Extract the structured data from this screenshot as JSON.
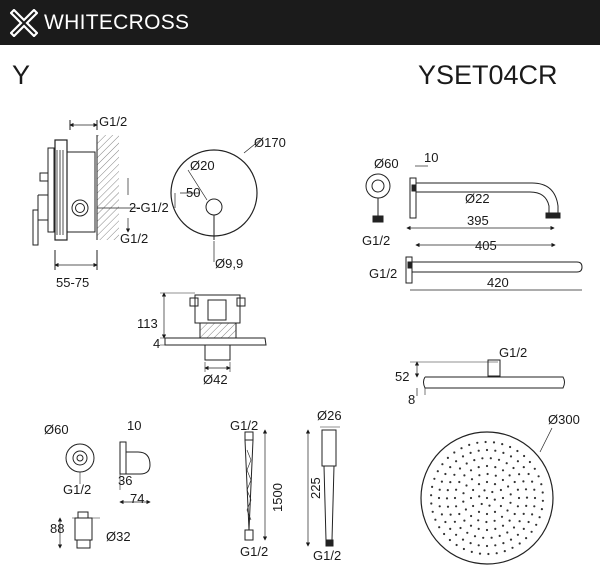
{
  "header": {
    "brand": "WHITECROSS",
    "logo_icon": "whitecross-cross-logo-icon",
    "background": "#1b1b1b"
  },
  "series_letter": "Y",
  "model_code": "YSET04CR",
  "concealed_mixer": {
    "thread": "G1/2",
    "thread_double": "2-G1/2",
    "thread_bottom": "G1/2",
    "depth_range": "55-75"
  },
  "faceplate": {
    "diameter": "Ø170",
    "handle_diameter": "Ø20",
    "offset": "50",
    "spout_diameter": "Ø9,9"
  },
  "body_plan": {
    "height": "113",
    "plate": "4",
    "diameter": "Ø42"
  },
  "shower_arm": {
    "flange_diameter": "Ø60",
    "flange_depth": "10",
    "tube_diameter": "Ø22",
    "thread": "G1/2",
    "length_inner": "395",
    "length_outer": "405"
  },
  "shower_arm_straight": {
    "thread": "G1/2",
    "length": "420"
  },
  "head_side": {
    "thread": "G1/2",
    "height": "52",
    "thickness": "8"
  },
  "head_top": {
    "diameter": "Ø300"
  },
  "hose_outlet": {
    "diameter": "Ø60",
    "depth": "10",
    "thread": "G1/2",
    "dim_a": "36",
    "dim_b": "74"
  },
  "holder": {
    "height": "88",
    "diameter": "Ø32"
  },
  "hose": {
    "thread_top": "G1/2",
    "length": "1500",
    "thread_bottom": "G1/2"
  },
  "hand_shower": {
    "diameter": "Ø26",
    "length": "225",
    "thread": "G1/2"
  }
}
